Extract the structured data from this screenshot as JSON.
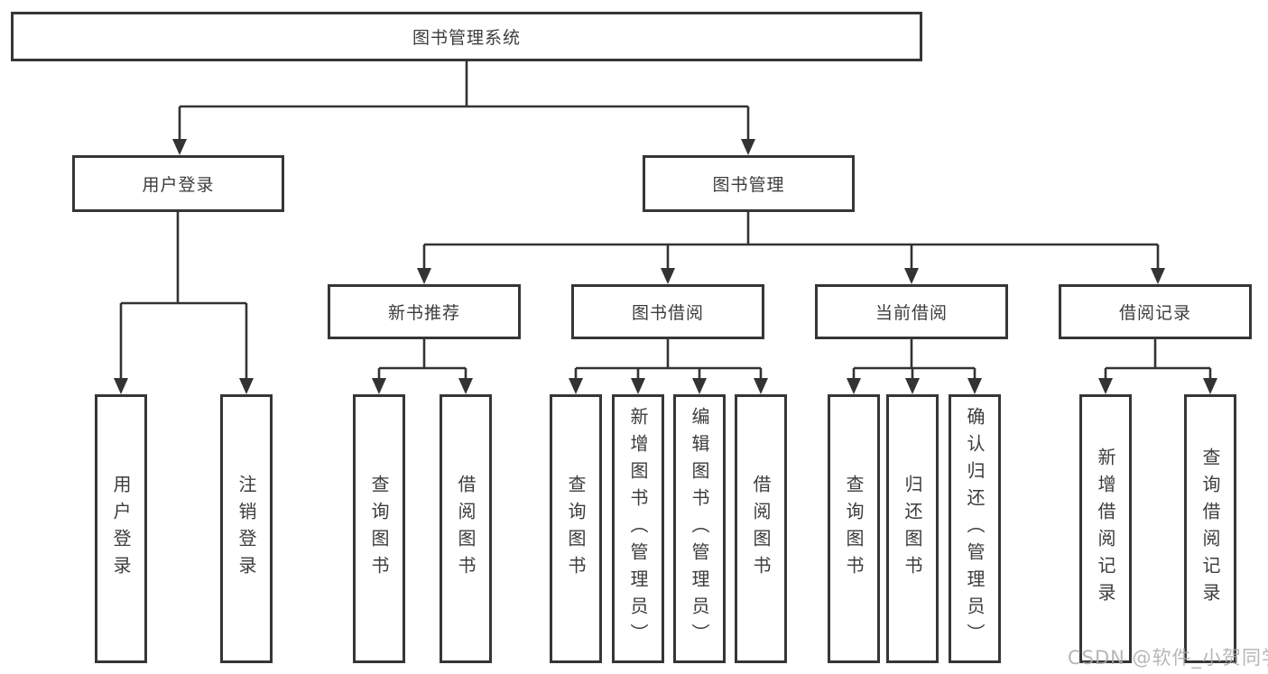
{
  "diagram": {
    "type": "tree-structure-chart",
    "root": {
      "label": "图书管理系统"
    },
    "level2": [
      {
        "id": "user-login",
        "label": "用户登录"
      },
      {
        "id": "book-management",
        "label": "图书管理"
      }
    ],
    "level3": [
      {
        "id": "new-book-recommend",
        "parent": "图书管理",
        "label": "新书推荐"
      },
      {
        "id": "book-borrowing",
        "parent": "图书管理",
        "label": "图书借阅"
      },
      {
        "id": "current-borrowing",
        "parent": "图书管理",
        "label": "当前借阅"
      },
      {
        "id": "borrowing-records",
        "parent": "图书管理",
        "label": "借阅记录"
      }
    ],
    "leaves": [
      {
        "parent": "用户登录",
        "label": "用户登录"
      },
      {
        "parent": "用户登录",
        "label": "注销登录"
      },
      {
        "parent": "新书推荐",
        "label": "查询图书"
      },
      {
        "parent": "新书推荐",
        "label": "借阅图书"
      },
      {
        "parent": "图书借阅",
        "label": "查询图书"
      },
      {
        "parent": "图书借阅",
        "label": "新增图书（管理员）"
      },
      {
        "parent": "图书借阅",
        "label": "编辑图书（管理员）"
      },
      {
        "parent": "图书借阅",
        "label": "借阅图书"
      },
      {
        "parent": "当前借阅",
        "label": "查询图书"
      },
      {
        "parent": "当前借阅",
        "label": "归还图书"
      },
      {
        "parent": "当前借阅",
        "label": "确认归还（管理员）"
      },
      {
        "parent": "借阅记录",
        "label": "新增借阅记录"
      },
      {
        "parent": "借阅记录",
        "label": "查询借阅记录"
      }
    ],
    "watermark": "CSDN @软件_小贺同学",
    "colors": {
      "line": "#333333",
      "border": "#363636",
      "text": "#3c3c3c",
      "background": "#ffffff",
      "watermark": "#ababab"
    }
  }
}
